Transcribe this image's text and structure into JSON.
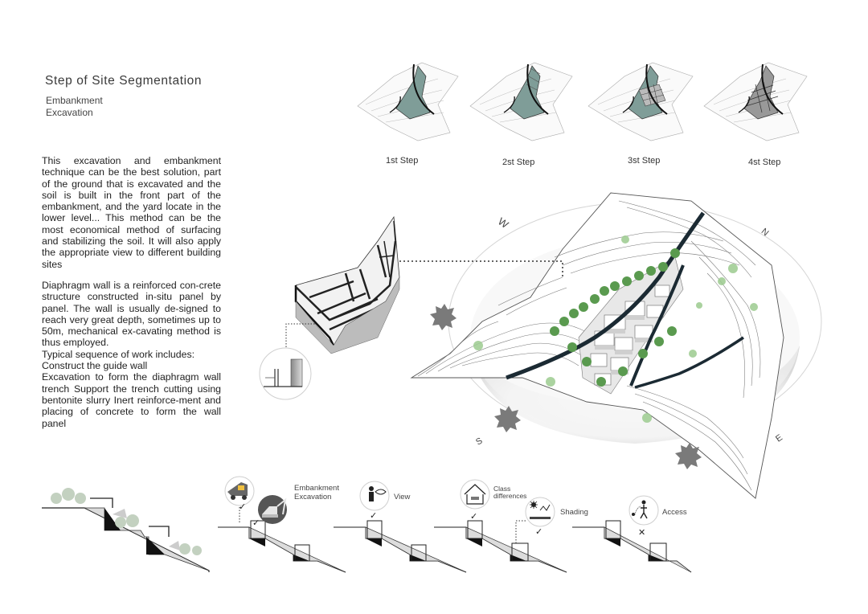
{
  "header": {
    "title": "Step of Site Segmentation",
    "subtitle_line1": "Embankment",
    "subtitle_line2": "Excavation"
  },
  "body": {
    "paragraph1": "This excavation and embankment technique can be the best solution, part of the ground that is excavated and the soil is built in the front part of the embankment, and the yard locate in the lower level... This method can be the most economical method of surfacing and stabilizing the soil. It will also apply the appropriate view to different building sites",
    "paragraph2_lines": [
      "Diaphragm wall is a reinforced con-crete structure constructed in-situ panel by panel. The wall is usually de-signed to reach very great depth, sometimes up to 50m, mechanical ex-cavating method is thus employed.",
      "Typical sequence of work includes:",
      "Construct the guide wall",
      "Excavation to form the diaphragm wall trench Support the trench cutting using bentonite slurry Inert reinforce-ment and placing of concrete to form the wall panel"
    ]
  },
  "steps": [
    {
      "label": "1st Step"
    },
    {
      "label": "2st Step"
    },
    {
      "label": "3st Step"
    },
    {
      "label": "4st Step"
    }
  ],
  "compass": {
    "west": "W",
    "north": "N",
    "south": "S",
    "east": "E"
  },
  "strategies": {
    "embankment_line1": "Embankment",
    "embankment_line2": "Excavation",
    "view": "View",
    "class_line1": "Class",
    "class_line2": "differences",
    "shading": "Shading",
    "access": "Access",
    "check": "✓",
    "cross": "✕"
  },
  "colors": {
    "excavation_fill": "#7f9d98",
    "terrain_line": "#666666",
    "wall": "#1b2a33",
    "tree": "#5a9a4f",
    "sun": "#7a7a7a"
  }
}
